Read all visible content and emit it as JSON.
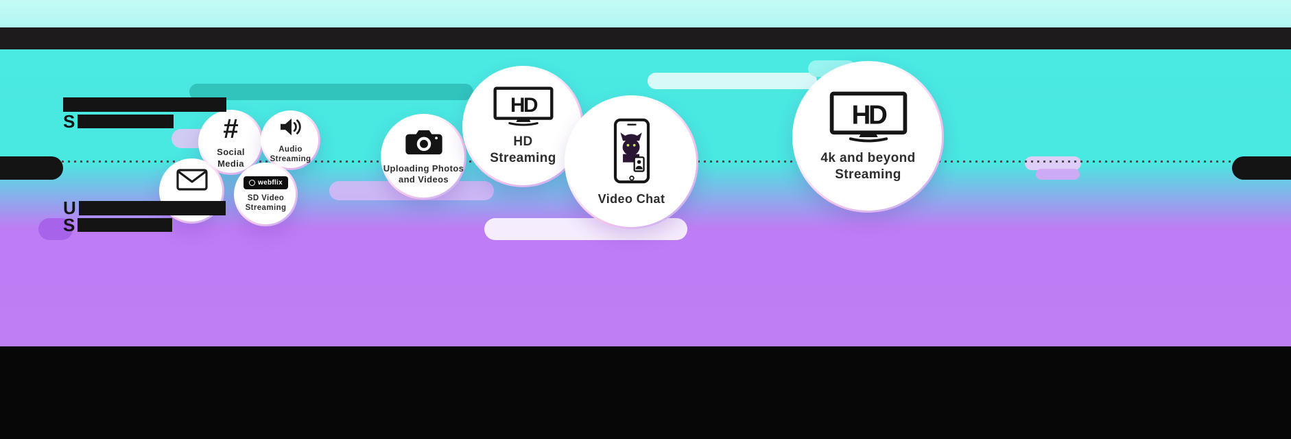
{
  "colors": {
    "sky_light_cyan": "#b2f7f2",
    "sky_cyan": "#49e8e0",
    "sky_purple": "#be7df4",
    "top_bar": "#1d1b1b",
    "bottom_bar": "#070707",
    "bubble_text": "#2d2d2d",
    "streak_teal": "#2ec0ba",
    "streak_lavender": "#dcb8f7"
  },
  "left_text": {
    "group1": {
      "line2_prefix": "S"
    },
    "group2": {
      "line1_prefix": "U",
      "line2_prefix": "S"
    }
  },
  "bubbles": [
    {
      "label": "Email",
      "icon": "envelope-icon"
    },
    {
      "label": "Social Media",
      "icon": "hashtag-icon",
      "glyph": "#"
    },
    {
      "label": "Audio Streaming",
      "icon": "audio-speaker-icon"
    },
    {
      "label": "SD Video Streaming",
      "icon": "webflix-logo",
      "logo_text": "webflix"
    },
    {
      "label": "Uploading Photos and Videos",
      "icon": "camera-icon"
    },
    {
      "label": "HD Streaming",
      "icon": "hd-tv-icon",
      "tv_text": "HD"
    },
    {
      "label": "Video Chat",
      "icon": "video-chat-phone-icon"
    },
    {
      "label": "4k and beyond Streaming",
      "icon": "hd-tv-icon",
      "tv_text": "HD"
    }
  ]
}
